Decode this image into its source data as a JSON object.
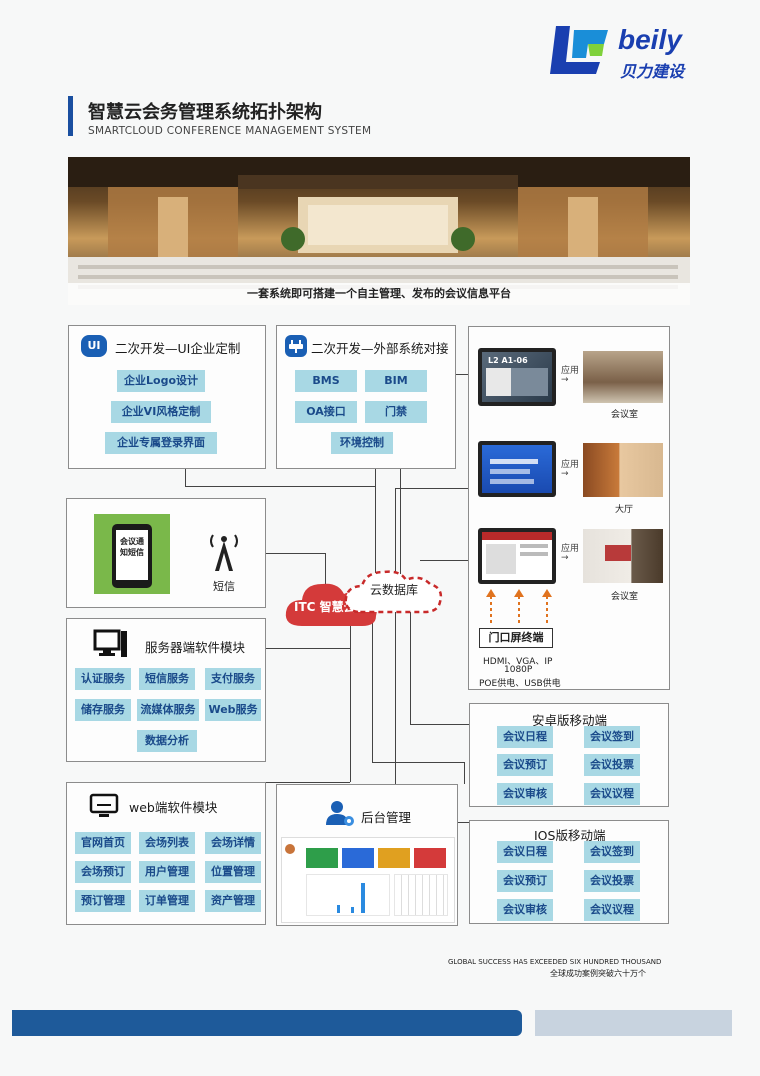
{
  "brand": {
    "logo_text": "beily",
    "logo_cn": "贝力建设",
    "accent": "#1a3fb0"
  },
  "header": {
    "title": "智慧云会务管理系统拓扑架构",
    "subtitle": "SMARTCLOUD CONFERENCE MANAGEMENT SYSTEM"
  },
  "banner": {
    "caption": "一套系统即可搭建一个自主管理、发布的会议信息平台"
  },
  "ui_box": {
    "icon": "UI",
    "title": "二次开发—UI企业定制",
    "items": [
      "企业Logo设计",
      "企业VI风格定制",
      "企业专属登录界面"
    ]
  },
  "ext_box": {
    "title": "二次开发—外部系统对接",
    "items": [
      "BMS",
      "BIM",
      "OA接口",
      "门禁",
      "环境控制"
    ]
  },
  "sms_box": {
    "phone_text": "会议通知短信",
    "label": "短信"
  },
  "cloud": {
    "itc": "ITC 智慧云",
    "db": "云数据库"
  },
  "server_box": {
    "title": "服务器端软件模块",
    "items": [
      "认证服务",
      "短信服务",
      "支付服务",
      "储存服务",
      "流媒体服务",
      "Web服务",
      "数据分析"
    ]
  },
  "web_box": {
    "title": "web端软件模块",
    "items": [
      "官网首页",
      "会场列表",
      "会场详情",
      "会场预订",
      "用户管理",
      "位置管理",
      "预订管理",
      "订单管理",
      "资产管理"
    ]
  },
  "admin_box": {
    "title": "后台管理"
  },
  "display": {
    "apply": "应用",
    "rooms": [
      "会议室",
      "大厅",
      "会议室"
    ],
    "terminal": "门口屏终端",
    "spec1": "HDMI、VGA、IP",
    "spec2": "1080P",
    "spec3": "POE供电、USB供电",
    "screen1_text": "L2 A1-06"
  },
  "android_box": {
    "title": "安卓版移动端",
    "items": [
      "会议日程",
      "会议签到",
      "会议预订",
      "会议投票",
      "会议审核",
      "会议议程"
    ]
  },
  "ios_box": {
    "title": "IOS版移动端",
    "items": [
      "会议日程",
      "会议签到",
      "会议预订",
      "会议投票",
      "会议审核",
      "会议议程"
    ]
  },
  "footer": {
    "en": "GLOBAL SUCCESS HAS EXCEEDED SIX HUNDRED THOUSAND",
    "cn": "全球成功案例突破六十万个"
  }
}
